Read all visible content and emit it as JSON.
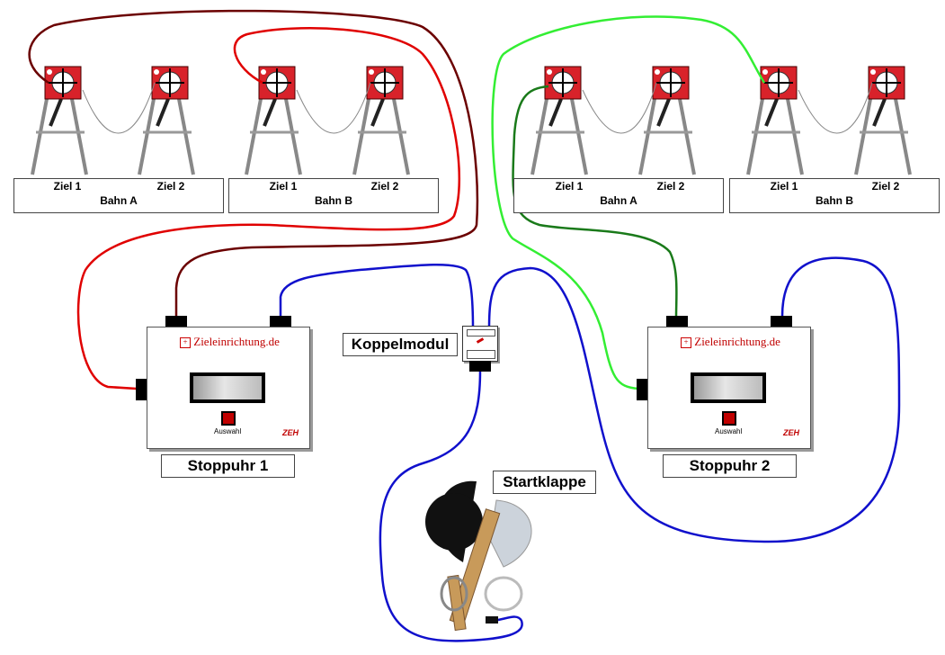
{
  "left_group": {
    "targets": [
      "Ziel 1",
      "Ziel 2",
      "Ziel 1",
      "Ziel 2"
    ],
    "lanes": [
      "Bahn A",
      "Bahn B"
    ]
  },
  "right_group": {
    "targets": [
      "Ziel 1",
      "Ziel 2",
      "Ziel 1",
      "Ziel 2"
    ],
    "lanes": [
      "Bahn A",
      "Bahn B"
    ]
  },
  "stopwatch_1": {
    "label": "Stoppuhr 1",
    "brand": "Zieleinrichtung.de",
    "button_label": "Auswahl",
    "logo": "ZEH"
  },
  "stopwatch_2": {
    "label": "Stoppuhr 2",
    "brand": "Zieleinrichtung.de",
    "button_label": "Auswahl",
    "logo": "ZEH"
  },
  "coupler": {
    "label": "Koppelmodul"
  },
  "start_flap": {
    "label": "Startklappe"
  },
  "colors": {
    "dark_red": "#6b0000",
    "red": "#e00000",
    "light_green": "#33ee33",
    "dark_green": "#1a7a1a",
    "blue": "#1010cc"
  }
}
